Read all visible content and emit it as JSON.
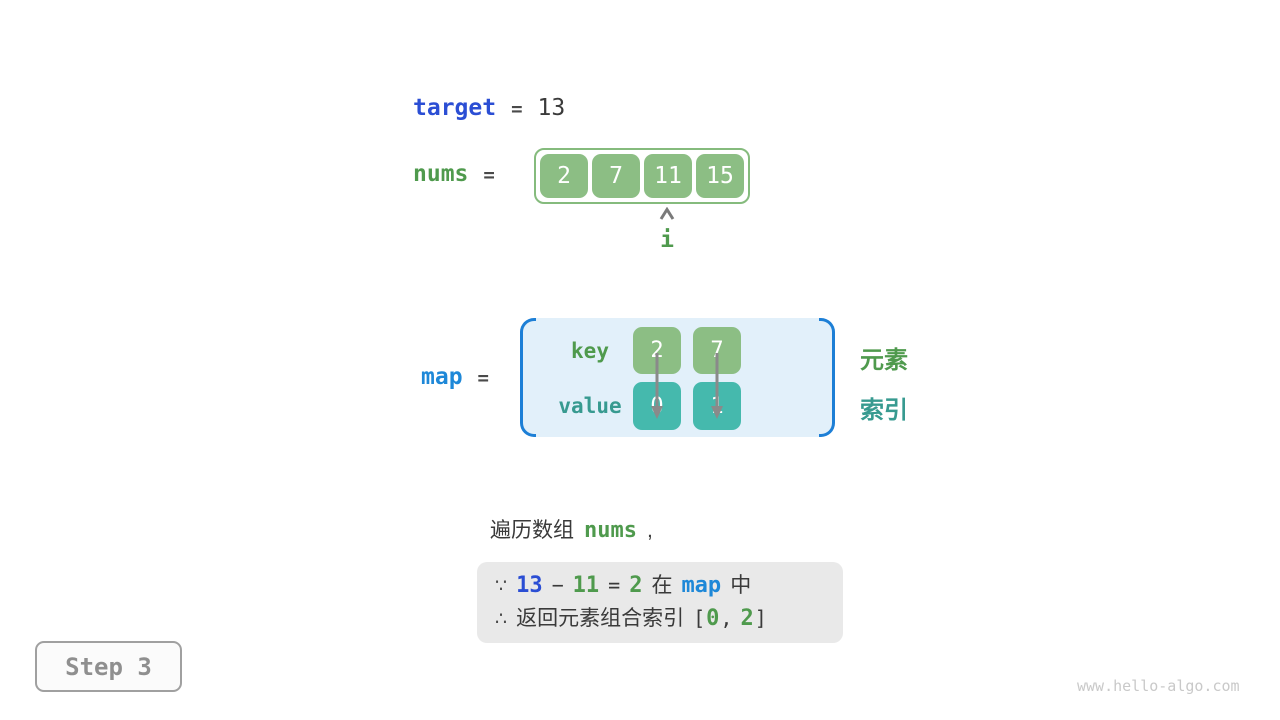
{
  "colors": {
    "green_fill": "#8cbe84",
    "green_text": "#4f9a4d",
    "teal_fill": "#45b9ad",
    "teal_text": "#379a90",
    "royal_blue": "#2b4ed4",
    "bright_blue": "#1e88d8",
    "bracket_blue": "#1d7fd6",
    "map_bg": "#e2f0fa",
    "dark_text": "#3a3a3a",
    "arrow_gray": "#8a8a8a",
    "note_bg": "#e9e9e9",
    "step_gray": "#8f8f8f",
    "watermark_gray": "#c9c9c9"
  },
  "target_row": {
    "keyword": "target",
    "equals": "=",
    "value": "13"
  },
  "nums_row": {
    "keyword": "nums",
    "equals": "=",
    "values": [
      "2",
      "7",
      "11",
      "15"
    ]
  },
  "pointer": {
    "label": "i"
  },
  "map_row": {
    "keyword": "map",
    "equals": "=",
    "key_label": "key",
    "value_label": "value",
    "keys": [
      "2",
      "7"
    ],
    "values": [
      "0",
      "1"
    ],
    "side_label_top": "元素",
    "side_label_bottom": "索引"
  },
  "sentence": {
    "prefix": "遍历数组",
    "code": "nums",
    "comma": ","
  },
  "note": {
    "line1": {
      "sym": "∵",
      "n1": "13",
      "minus": "−",
      "n2": "11",
      "eq": "=",
      "n3": "2",
      "w1": "在",
      "code": "map",
      "w2": "中"
    },
    "line2": {
      "sym": "∴",
      "text": "返回元素组合索引",
      "open": "[",
      "v1": "0",
      "comma": ",",
      "v2": "2",
      "close": "]"
    }
  },
  "step_badge": "Step 3",
  "watermark": "www.hello-algo.com"
}
